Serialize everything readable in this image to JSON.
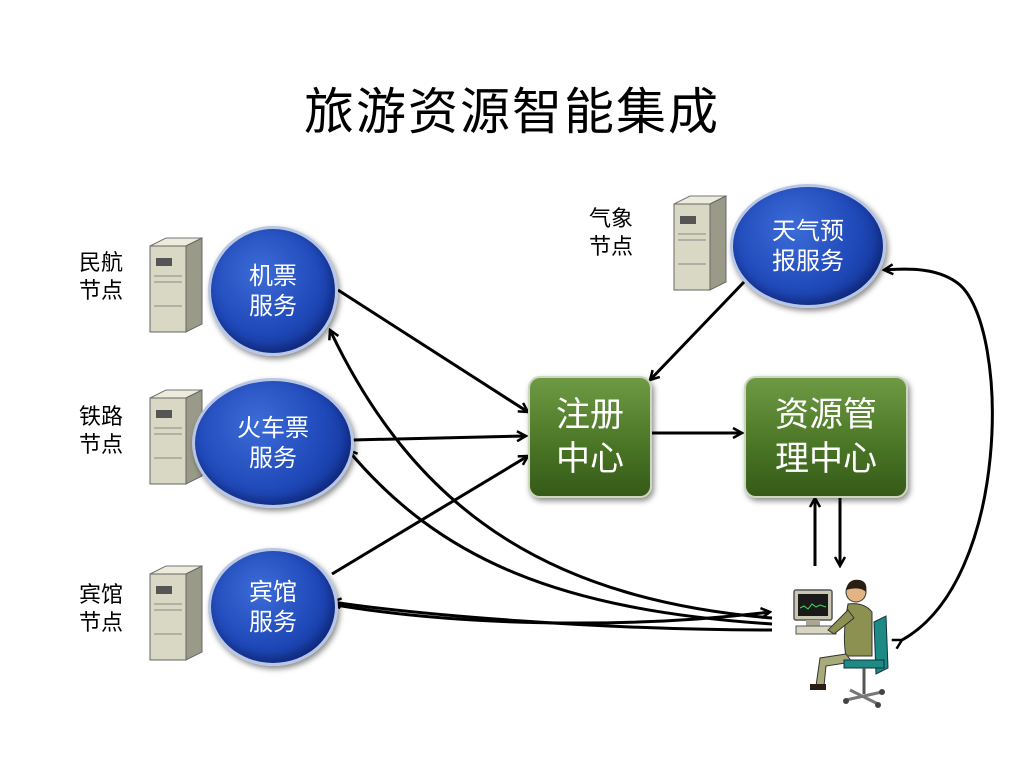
{
  "title": "旅游资源智能集成",
  "nodes": {
    "aviation": "民航\n节点",
    "railway": "铁路\n节点",
    "hotel": "宾馆\n节点",
    "weather": "气象\n节点"
  },
  "services": {
    "flight": "机票\n服务",
    "train": "火车票\n服务",
    "hotel": "宾馆\n服务",
    "weather": "天气预\n报服务"
  },
  "centers": {
    "registry": "注册\n中心",
    "resource": "资源管\n理中心"
  },
  "colors": {
    "service_blue": "#1f48b8",
    "center_green": "#4b7727",
    "arrow": "#000000"
  }
}
